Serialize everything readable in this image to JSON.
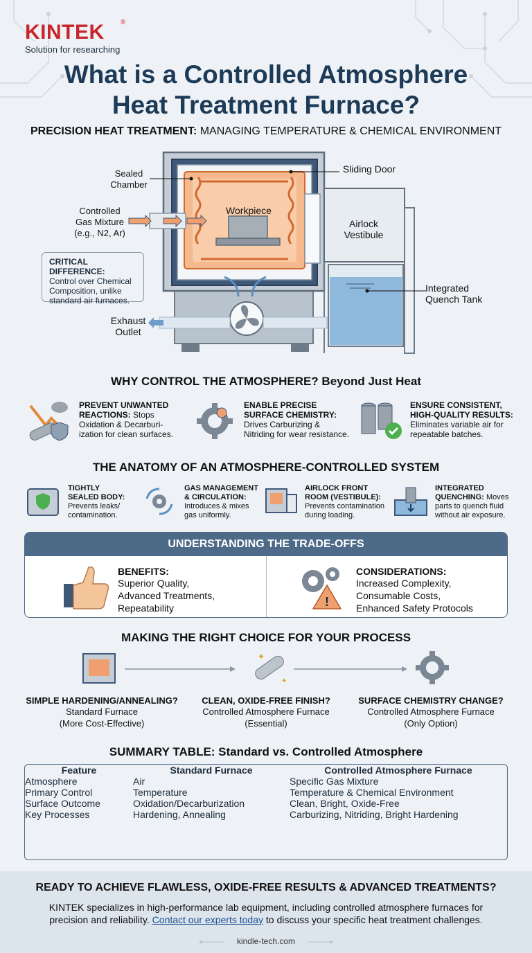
{
  "brand": {
    "name": "KINTEK",
    "reg": "®",
    "tagline": "Solution for researching"
  },
  "title": {
    "line1": "What is a Controlled Atmosphere",
    "line2": "Heat Treatment Furnace?"
  },
  "subtitle": {
    "bold": "PRECISION HEAT TREATMENT:",
    "rest": " MANAGING TEMPERATURE & CHEMICAL ENVIRONMENT"
  },
  "diagram": {
    "sealed_chamber": [
      "Sealed",
      "Chamber"
    ],
    "gas_mixture": [
      "Controlled",
      "Gas Mixture",
      "(e.g., N2, Ar)"
    ],
    "workpiece": "Workpiece",
    "sliding_door": "Sliding Door",
    "airlock": [
      "Airlock",
      "Vestibule"
    ],
    "quench": [
      "Integrated",
      "Quench Tank"
    ],
    "exhaust": [
      "Exhaust",
      "Outlet"
    ],
    "critical_title": "CRITICAL DIFFERENCE:",
    "critical_lines": [
      "Control over Chemical",
      "Composition, unlike",
      "standard air furnaces."
    ]
  },
  "why": {
    "heading": "WHY CONTROL THE ATMOSPHERE? Beyond Just Heat",
    "items": [
      {
        "title": "PREVENT UNWANTED",
        "title2": "REACTIONS:",
        "tail": " Stops",
        "lines": [
          "Oxidation & Decarburi-",
          "ization for clean surfaces."
        ]
      },
      {
        "title": "ENABLE PRECISE",
        "title2": "SURFACE CHEMISTRY:",
        "tail": "",
        "lines": [
          "Drives Carburizing &",
          "Nitriding for wear resistance."
        ]
      },
      {
        "title": "ENSURE CONSISTENT,",
        "title2": "HIGH-QUALITY RESULTS:",
        "tail": "",
        "lines": [
          "Eliminates variable air for",
          "repeatable batches."
        ]
      }
    ]
  },
  "anatomy": {
    "heading": "THE ANATOMY OF AN ATMOSPHERE-CONTROLLED SYSTEM",
    "items": [
      {
        "title": "TIGHTLY",
        "title2": "SEALED BODY:",
        "lines": [
          "Prevents leaks/",
          "contamination."
        ]
      },
      {
        "title": "GAS MANAGEMENT",
        "title2": "& CIRCULATION:",
        "lines": [
          "Introduces & mixes",
          "gas uniformly."
        ]
      },
      {
        "title": "AIRLOCK FRONT",
        "title2": "ROOM (VESTIBULE):",
        "lines": [
          "Prevents contamination",
          "during loading."
        ]
      },
      {
        "title": "INTEGRATED",
        "title2": "QUENCHING:",
        "tail": " Moves",
        "lines": [
          "parts to quench fluid",
          "without air exposure."
        ]
      }
    ]
  },
  "tradeoffs": {
    "heading": "UNDERSTANDING THE TRADE-OFFS",
    "benefits_title": "BENEFITS:",
    "benefits": [
      "Superior Quality,",
      "Advanced Treatments,",
      "Repeatability"
    ],
    "considerations_title": "CONSIDERATIONS:",
    "considerations": [
      "Increased Complexity,",
      "Consumable Costs,",
      "Enhanced Safety Protocols"
    ]
  },
  "choice": {
    "heading": "MAKING THE RIGHT CHOICE FOR YOUR PROCESS",
    "items": [
      {
        "q": "SIMPLE HARDENING/ANNEALING?",
        "a1": "Standard Furnace",
        "a2": "(More Cost-Effective)"
      },
      {
        "q": "CLEAN, OXIDE-FREE FINISH?",
        "a1": "Controlled Atmosphere Furnace",
        "a2": "(Essential)"
      },
      {
        "q": "SURFACE CHEMISTRY CHANGE?",
        "a1": "Controlled Atmosphere Furnace",
        "a2": "(Only Option)"
      }
    ]
  },
  "table": {
    "heading": "SUMMARY TABLE: Standard vs. Controlled Atmosphere",
    "headers": [
      "Feature",
      "Standard Furnace",
      "Controlled Atmosphere Furnace"
    ],
    "rows": [
      [
        "Atmosphere",
        "Air",
        "Specific Gas Mixture"
      ],
      [
        "Primary Control",
        "Temperature",
        "Temperature & Chemical Environment"
      ],
      [
        "Surface Outcome",
        "Oxidation/Decarburization",
        "Clean, Bright, Oxide-Free"
      ],
      [
        "Key Processes",
        "Hardening, Annealing",
        "Carburizing, Nitriding, Bright Hardening"
      ]
    ]
  },
  "cta": {
    "heading": "READY TO ACHIEVE FLAWLESS, OXIDE-FREE RESULTS & ADVANCED TREATMENTS?",
    "text1": "KINTEK specializes in high-performance lab equipment, including controlled atmosphere furnaces for",
    "text2": "precision and reliability.",
    "link": "Contact our experts today",
    "text3": " to discuss your specific heat treatment challenges."
  },
  "site": "kindle-tech.com",
  "colors": {
    "brand_red": "#c8252c",
    "navy": "#1d3a57",
    "slate": "#4d6a88",
    "orange": "#f0a070"
  }
}
